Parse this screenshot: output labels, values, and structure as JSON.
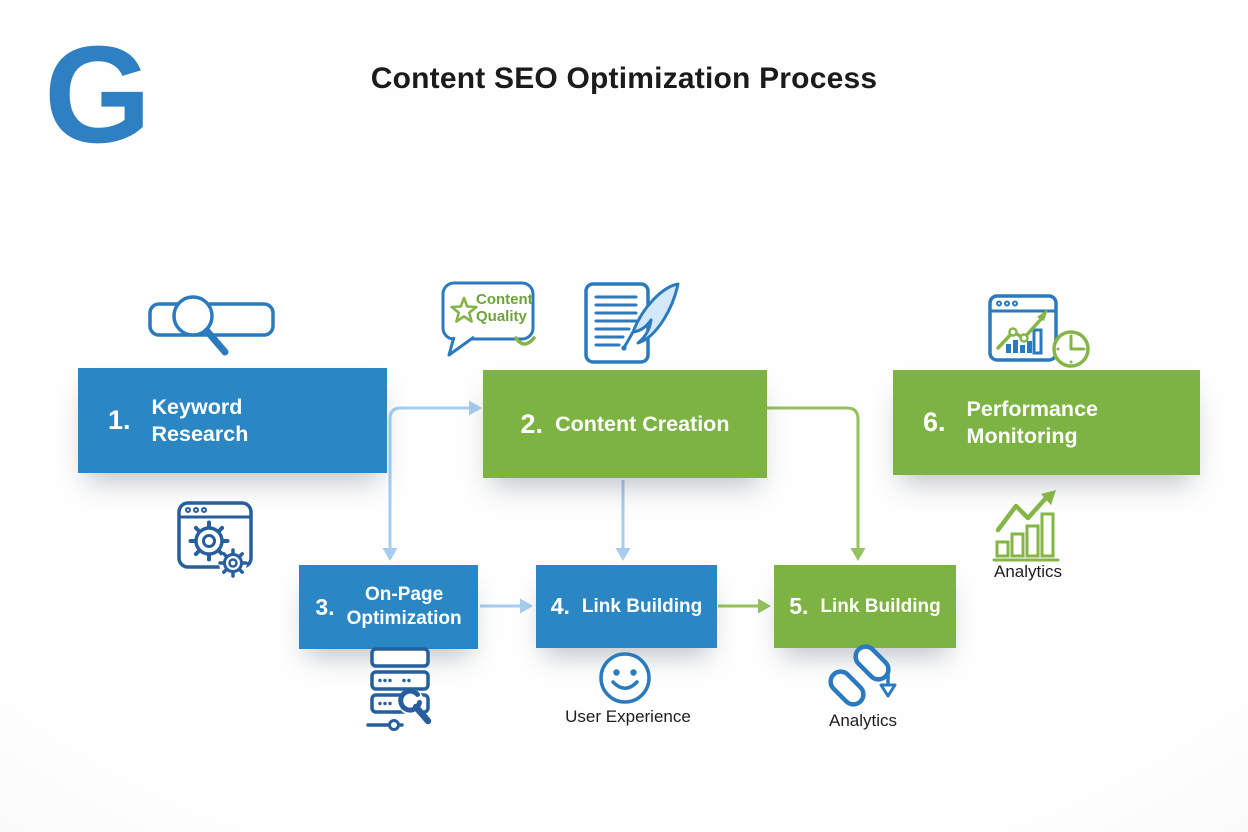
{
  "header": {
    "logo_letter": "G",
    "title": "Content SEO Optimization Process"
  },
  "colors": {
    "box-blue": "#2b87c4",
    "box-green": "#7cb342",
    "arrow-blue": "#a6cdf0",
    "arrow-green": "#94c25d",
    "icon-blue": "#2b7abd",
    "icon-blue-dark": "#275f9e",
    "icon-green": "#85b547",
    "logo-blue": "#2e80c3",
    "badge-text-green": "#6da33b",
    "text-dark": "#1d1d1b"
  },
  "steps": [
    {
      "number": "1.",
      "label": "Keyword\nResearch",
      "color": "blue",
      "icon": "search-bar-icon"
    },
    {
      "number": "2.",
      "label": "Content Creation",
      "color": "green",
      "icon": "document-quill-icon"
    },
    {
      "number": "3.",
      "label": "On-Page\nOptimization",
      "color": "blue",
      "icon": "browser-gears-icon"
    },
    {
      "number": "4.",
      "label": "Link Building",
      "color": "blue",
      "icon": "smiley-face-icon",
      "caption": "User Experience"
    },
    {
      "number": "5.",
      "label": "Link Building",
      "color": "green",
      "icon": "chain-link-icon",
      "caption": "Analytics"
    },
    {
      "number": "6.",
      "label": "Performance\nMonitoring",
      "color": "green",
      "icon": "browser-chart-clock-icon",
      "caption": "Analytics"
    }
  ],
  "badge": {
    "label": "Content\nQuality"
  }
}
